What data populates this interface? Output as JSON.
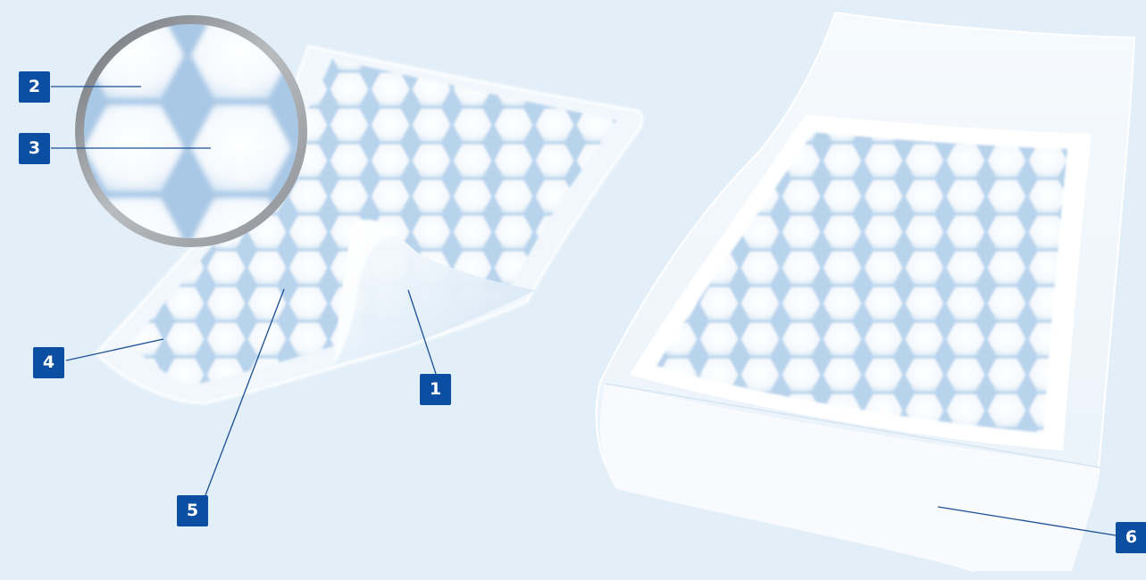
{
  "diagram": {
    "background_color": "#e3eff8",
    "badge_color": "#0b4ea2",
    "leader_line_color": "#1c4f95",
    "callouts": [
      {
        "id": "1",
        "label": "1"
      },
      {
        "id": "2",
        "label": "2"
      },
      {
        "id": "3",
        "label": "3"
      },
      {
        "id": "4",
        "label": "4"
      },
      {
        "id": "5",
        "label": "5"
      },
      {
        "id": "6",
        "label": "6"
      }
    ]
  }
}
